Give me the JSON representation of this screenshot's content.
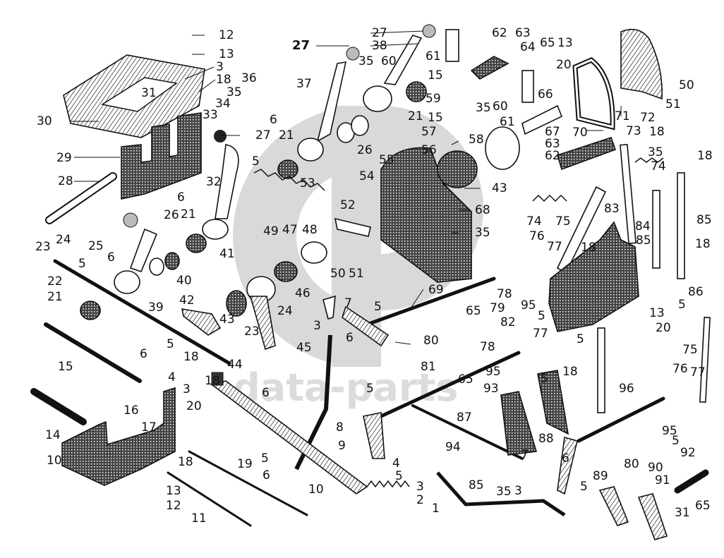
{
  "diagram": {
    "title": "Exploded view — gear shift / control linkage assembly",
    "watermark": {
      "logo_letters": "GP",
      "text": "data-parts",
      "color": "#d9d9d9"
    },
    "line_color": "#111111",
    "background": "#ffffff",
    "callouts": [
      {
        "id": "12",
        "group": "cover-plate"
      },
      {
        "id": "13",
        "group": "cover-plate"
      },
      {
        "id": "3",
        "group": "cover-plate"
      },
      {
        "id": "18",
        "group": "cover-plate"
      },
      {
        "id": "36",
        "group": "cover-plate"
      },
      {
        "id": "35",
        "group": "cover-plate"
      },
      {
        "id": "34",
        "group": "cover-plate"
      },
      {
        "id": "33",
        "group": "cover-plate"
      },
      {
        "id": "31",
        "group": "cover-plate"
      },
      {
        "id": "30",
        "group": "cover-plate"
      },
      {
        "id": "29",
        "group": "guide-block"
      },
      {
        "id": "28",
        "group": "guide-block"
      },
      {
        "id": "27",
        "group": "shift-lever"
      },
      {
        "id": "32",
        "group": "shift-lever"
      },
      {
        "id": "6",
        "group": "shift-lever"
      },
      {
        "id": "5",
        "group": "shift-lever"
      },
      {
        "id": "21",
        "group": "shift-lever"
      },
      {
        "id": "49",
        "group": "shift-lever"
      },
      {
        "id": "37",
        "group": "upper-lever"
      },
      {
        "id": "38",
        "group": "upper-lever"
      },
      {
        "id": "35",
        "group": "upper-lever"
      },
      {
        "id": "60",
        "group": "upper-lever"
      },
      {
        "id": "26",
        "group": "upper-lever"
      },
      {
        "id": "53",
        "group": "upper-lever"
      },
      {
        "id": "54",
        "group": "upper-lever"
      },
      {
        "id": "61",
        "group": "pivot"
      },
      {
        "id": "62",
        "group": "pivot"
      },
      {
        "id": "63",
        "group": "pivot"
      },
      {
        "id": "64",
        "group": "pivot"
      },
      {
        "id": "65",
        "group": "pivot"
      },
      {
        "id": "15",
        "group": "pivot"
      },
      {
        "id": "59",
        "group": "pivot"
      },
      {
        "id": "57",
        "group": "pivot"
      },
      {
        "id": "56",
        "group": "pivot"
      },
      {
        "id": "58",
        "group": "pivot"
      },
      {
        "id": "55",
        "group": "housing"
      },
      {
        "id": "43",
        "group": "pivot"
      },
      {
        "id": "20",
        "group": "pivot"
      },
      {
        "id": "66",
        "group": "pivot"
      },
      {
        "id": "67",
        "group": "pivot"
      },
      {
        "id": "68",
        "group": "housing"
      },
      {
        "id": "70",
        "group": "cover"
      },
      {
        "id": "71",
        "group": "cover"
      },
      {
        "id": "72",
        "group": "cover"
      },
      {
        "id": "50",
        "group": "cover"
      },
      {
        "id": "51",
        "group": "cover"
      },
      {
        "id": "73",
        "group": "links"
      },
      {
        "id": "74",
        "group": "links"
      },
      {
        "id": "75",
        "group": "links"
      },
      {
        "id": "83",
        "group": "links"
      },
      {
        "id": "84",
        "group": "links"
      },
      {
        "id": "85",
        "group": "links"
      },
      {
        "id": "86",
        "group": "links"
      },
      {
        "id": "76",
        "group": "links"
      },
      {
        "id": "77",
        "group": "links"
      },
      {
        "id": "78",
        "group": "links"
      },
      {
        "id": "79",
        "group": "links"
      },
      {
        "id": "95",
        "group": "links"
      },
      {
        "id": "82",
        "group": "links"
      },
      {
        "id": "96",
        "group": "links"
      },
      {
        "id": "25",
        "group": "lower-lever"
      },
      {
        "id": "23",
        "group": "lower-lever"
      },
      {
        "id": "24",
        "group": "lower-lever"
      },
      {
        "id": "22",
        "group": "lower-lever"
      },
      {
        "id": "40",
        "group": "lower-lever"
      },
      {
        "id": "41",
        "group": "lower-lever"
      },
      {
        "id": "42",
        "group": "lower-lever"
      },
      {
        "id": "39",
        "group": "lower-lever"
      },
      {
        "id": "44",
        "group": "lower-lever"
      },
      {
        "id": "45",
        "group": "lower-lever"
      },
      {
        "id": "46",
        "group": "lower-lever"
      },
      {
        "id": "47",
        "group": "lower-lever"
      },
      {
        "id": "48",
        "group": "lower-lever"
      },
      {
        "id": "52",
        "group": "lower-lever"
      },
      {
        "id": "7",
        "group": "rod"
      },
      {
        "id": "69",
        "group": "rod"
      },
      {
        "id": "80",
        "group": "rod"
      },
      {
        "id": "8",
        "group": "rod"
      },
      {
        "id": "9",
        "group": "rod"
      },
      {
        "id": "10",
        "group": "rod"
      },
      {
        "id": "2",
        "group": "rod"
      },
      {
        "id": "4",
        "group": "rod"
      },
      {
        "id": "16",
        "group": "bracket"
      },
      {
        "id": "14",
        "group": "bracket"
      },
      {
        "id": "17",
        "group": "bracket"
      },
      {
        "id": "19",
        "group": "bracket"
      },
      {
        "id": "11",
        "group": "bracket"
      },
      {
        "id": "81",
        "group": "pedal"
      },
      {
        "id": "87",
        "group": "pedal"
      },
      {
        "id": "88",
        "group": "pedal"
      },
      {
        "id": "93",
        "group": "pedal"
      },
      {
        "id": "94",
        "group": "pedal"
      },
      {
        "id": "1",
        "group": "pedal"
      },
      {
        "id": "89",
        "group": "pedal"
      },
      {
        "id": "90",
        "group": "pedal"
      },
      {
        "id": "91",
        "group": "pedal"
      },
      {
        "id": "92",
        "group": "pedal"
      }
    ],
    "labels": [
      {
        "text": "12"
      },
      {
        "text": "13"
      },
      {
        "text": "3"
      },
      {
        "text": "18"
      },
      {
        "text": "36"
      },
      {
        "text": "35"
      },
      {
        "text": "34"
      },
      {
        "text": "33"
      },
      {
        "text": "31"
      },
      {
        "text": "30"
      },
      {
        "text": "29"
      },
      {
        "text": "28"
      },
      {
        "text": "27"
      },
      {
        "text": "5"
      },
      {
        "text": "6"
      },
      {
        "text": "21"
      },
      {
        "text": "32"
      },
      {
        "text": "27"
      },
      {
        "text": "37"
      },
      {
        "text": "27"
      },
      {
        "text": "38"
      },
      {
        "text": "35"
      },
      {
        "text": "60"
      },
      {
        "text": "26"
      },
      {
        "text": "61"
      },
      {
        "text": "62"
      },
      {
        "text": "63"
      },
      {
        "text": "64"
      },
      {
        "text": "65"
      },
      {
        "text": "13"
      },
      {
        "text": "20"
      },
      {
        "text": "15"
      },
      {
        "text": "59"
      },
      {
        "text": "21"
      },
      {
        "text": "15"
      },
      {
        "text": "35"
      },
      {
        "text": "60"
      },
      {
        "text": "66"
      },
      {
        "text": "61"
      },
      {
        "text": "67"
      },
      {
        "text": "57"
      },
      {
        "text": "58"
      },
      {
        "text": "56"
      },
      {
        "text": "63"
      },
      {
        "text": "62"
      },
      {
        "text": "55"
      },
      {
        "text": "53"
      },
      {
        "text": "54"
      },
      {
        "text": "43"
      },
      {
        "text": "68"
      },
      {
        "text": "35"
      },
      {
        "text": "70"
      },
      {
        "text": "71"
      },
      {
        "text": "72"
      },
      {
        "text": "50"
      },
      {
        "text": "51"
      },
      {
        "text": "73"
      },
      {
        "text": "18"
      },
      {
        "text": "35"
      },
      {
        "text": "74"
      },
      {
        "text": "18"
      },
      {
        "text": "85"
      },
      {
        "text": "74"
      },
      {
        "text": "75"
      },
      {
        "text": "83"
      },
      {
        "text": "84"
      },
      {
        "text": "85"
      },
      {
        "text": "18"
      },
      {
        "text": "86"
      },
      {
        "text": "76"
      },
      {
        "text": "77"
      },
      {
        "text": "18"
      },
      {
        "text": "49"
      },
      {
        "text": "52"
      },
      {
        "text": "47"
      },
      {
        "text": "48"
      },
      {
        "text": "50"
      },
      {
        "text": "51"
      },
      {
        "text": "28"
      },
      {
        "text": "24"
      },
      {
        "text": "23"
      },
      {
        "text": "25"
      },
      {
        "text": "6"
      },
      {
        "text": "5"
      },
      {
        "text": "22"
      },
      {
        "text": "26"
      },
      {
        "text": "21"
      },
      {
        "text": "6"
      },
      {
        "text": "40"
      },
      {
        "text": "41"
      },
      {
        "text": "21"
      },
      {
        "text": "42"
      },
      {
        "text": "39"
      },
      {
        "text": "43"
      },
      {
        "text": "46"
      },
      {
        "text": "24"
      },
      {
        "text": "23"
      },
      {
        "text": "7"
      },
      {
        "text": "5"
      },
      {
        "text": "3"
      },
      {
        "text": "6"
      },
      {
        "text": "69"
      },
      {
        "text": "65"
      },
      {
        "text": "79"
      },
      {
        "text": "78"
      },
      {
        "text": "95"
      },
      {
        "text": "5"
      },
      {
        "text": "5"
      },
      {
        "text": "13"
      },
      {
        "text": "20"
      },
      {
        "text": "80"
      },
      {
        "text": "45"
      },
      {
        "text": "44"
      },
      {
        "text": "5"
      },
      {
        "text": "6"
      },
      {
        "text": "18"
      },
      {
        "text": "4"
      },
      {
        "text": "3"
      },
      {
        "text": "15"
      },
      {
        "text": "16"
      },
      {
        "text": "78"
      },
      {
        "text": "82"
      },
      {
        "text": "77"
      },
      {
        "text": "5"
      },
      {
        "text": "18"
      },
      {
        "text": "75"
      },
      {
        "text": "76"
      },
      {
        "text": "77"
      },
      {
        "text": "96"
      },
      {
        "text": "81"
      },
      {
        "text": "65"
      },
      {
        "text": "95"
      },
      {
        "text": "5"
      },
      {
        "text": "93"
      },
      {
        "text": "5"
      },
      {
        "text": "6"
      },
      {
        "text": "14"
      },
      {
        "text": "10"
      },
      {
        "text": "17"
      },
      {
        "text": "20"
      },
      {
        "text": "18"
      },
      {
        "text": "8"
      },
      {
        "text": "87"
      },
      {
        "text": "95"
      },
      {
        "text": "5"
      },
      {
        "text": "88"
      },
      {
        "text": "19"
      },
      {
        "text": "9"
      },
      {
        "text": "5"
      },
      {
        "text": "6"
      },
      {
        "text": "4"
      },
      {
        "text": "5"
      },
      {
        "text": "94"
      },
      {
        "text": "7"
      },
      {
        "text": "6"
      },
      {
        "text": "80"
      },
      {
        "text": "90"
      },
      {
        "text": "92"
      },
      {
        "text": "10"
      },
      {
        "text": "3"
      },
      {
        "text": "85"
      },
      {
        "text": "35"
      },
      {
        "text": "3"
      },
      {
        "text": "89"
      },
      {
        "text": "91"
      },
      {
        "text": "13"
      },
      {
        "text": "12"
      },
      {
        "text": "11"
      },
      {
        "text": "2"
      },
      {
        "text": "1"
      },
      {
        "text": "5"
      },
      {
        "text": "31"
      },
      {
        "text": "65"
      },
      {
        "text": "18"
      }
    ]
  }
}
